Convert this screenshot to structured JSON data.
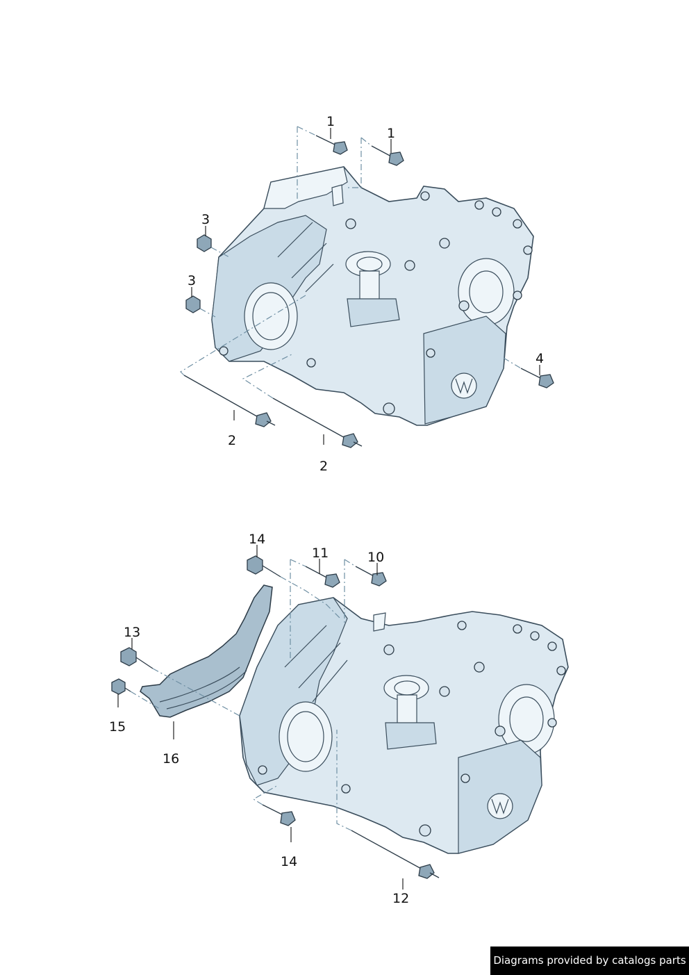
{
  "diagram": {
    "top_callouts": [
      "1",
      "1",
      "3",
      "3",
      "4",
      "2",
      "2"
    ],
    "bottom_callouts": [
      "14",
      "11",
      "10",
      "13",
      "15",
      "16",
      "14",
      "12"
    ]
  },
  "footer": {
    "credit": "Diagrams provided by catalogs parts"
  },
  "colors": {
    "housing": "#dde9f1",
    "shield": "#a9bfce",
    "credit_background": "#000000"
  }
}
